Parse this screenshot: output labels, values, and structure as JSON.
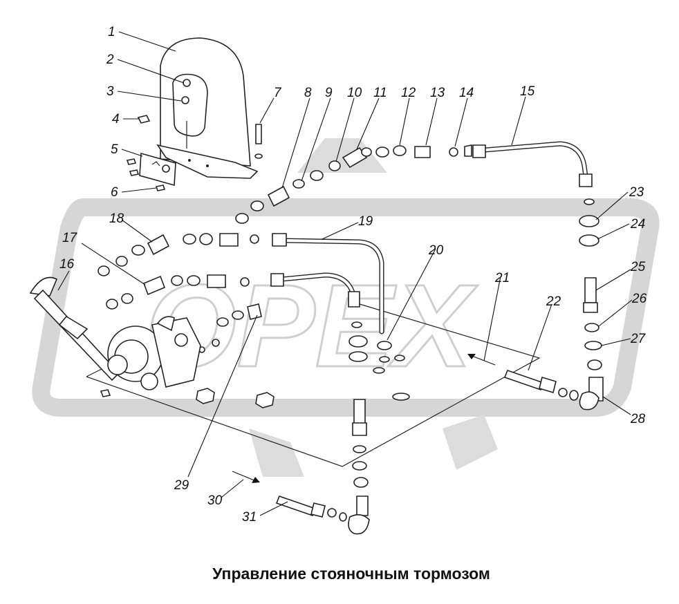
{
  "caption": "Управление стояночным тормозом",
  "watermark": "OPEX",
  "callouts": [
    "1",
    "2",
    "3",
    "4",
    "5",
    "6",
    "7",
    "8",
    "9",
    "10",
    "11",
    "12",
    "13",
    "14",
    "15",
    "16",
    "17",
    "18",
    "19",
    "20",
    "21",
    "22",
    "23",
    "24",
    "25",
    "26",
    "27",
    "28",
    "29",
    "30",
    "31"
  ],
  "colors": {
    "line": "#222222",
    "watermark": "#cfcfcf",
    "background": "#ffffff"
  }
}
